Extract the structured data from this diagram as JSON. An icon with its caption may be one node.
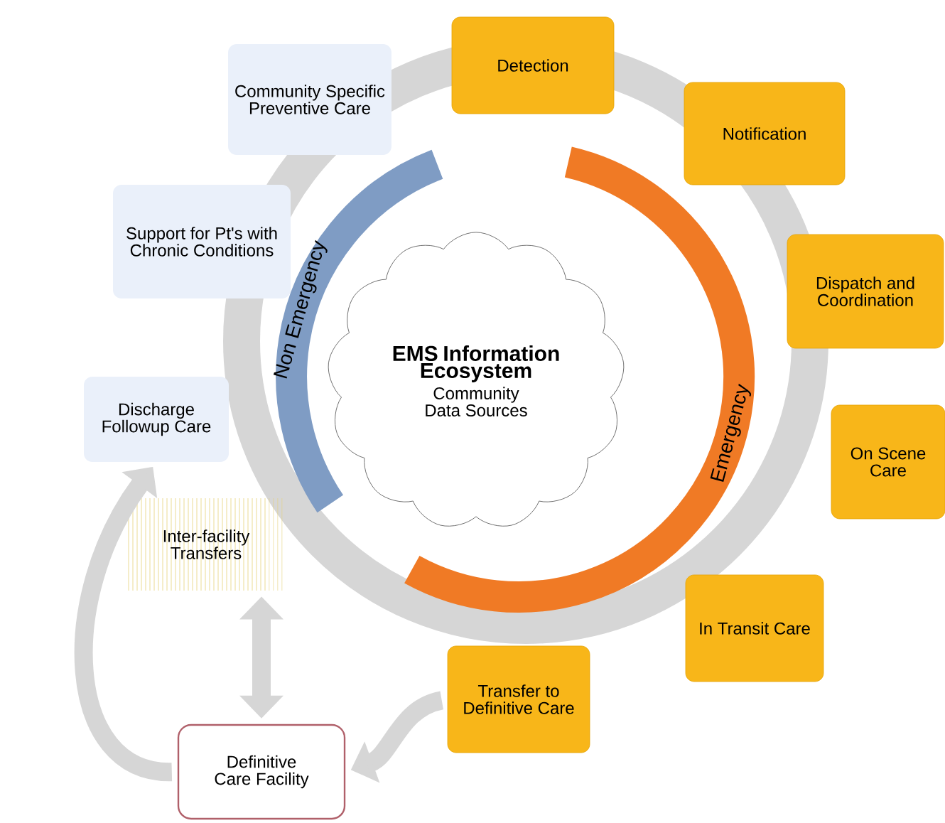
{
  "diagram": {
    "nodes": [
      {
        "text": [
          "EMS Information Ecosystem",
          "Community Data Sources"
        ]
      },
      {
        "text": [
          "Detection"
        ]
      },
      {
        "text": [
          "Notification"
        ]
      },
      {
        "text": [
          "Dispatch and Coordination"
        ]
      },
      {
        "text": [
          "On Scene Care"
        ]
      },
      {
        "text": [
          "In Transit Care"
        ]
      },
      {
        "text": [
          "Transfer to Definitive Care"
        ]
      },
      {
        "text": [
          "Definitive Care Facility"
        ]
      },
      {
        "text": [
          "Inter-facility Transfers"
        ]
      },
      {
        "text": [
          "Discharge Followup Care"
        ]
      },
      {
        "text": [
          "Support for Pt's with Chronic Conditions"
        ]
      },
      {
        "text": [
          "Community Specific Preventive Care"
        ]
      },
      {
        "text": [
          "Emergency"
        ]
      },
      {
        "text": [
          "Non Emergency"
        ]
      }
    ],
    "edges": [
      {
        "from": 6,
        "to": 7,
        "arrow": "to"
      },
      {
        "from": 8,
        "to": 7,
        "arrow": "both"
      },
      {
        "from": 7,
        "to": 9,
        "arrow": "to"
      }
    ]
  }
}
